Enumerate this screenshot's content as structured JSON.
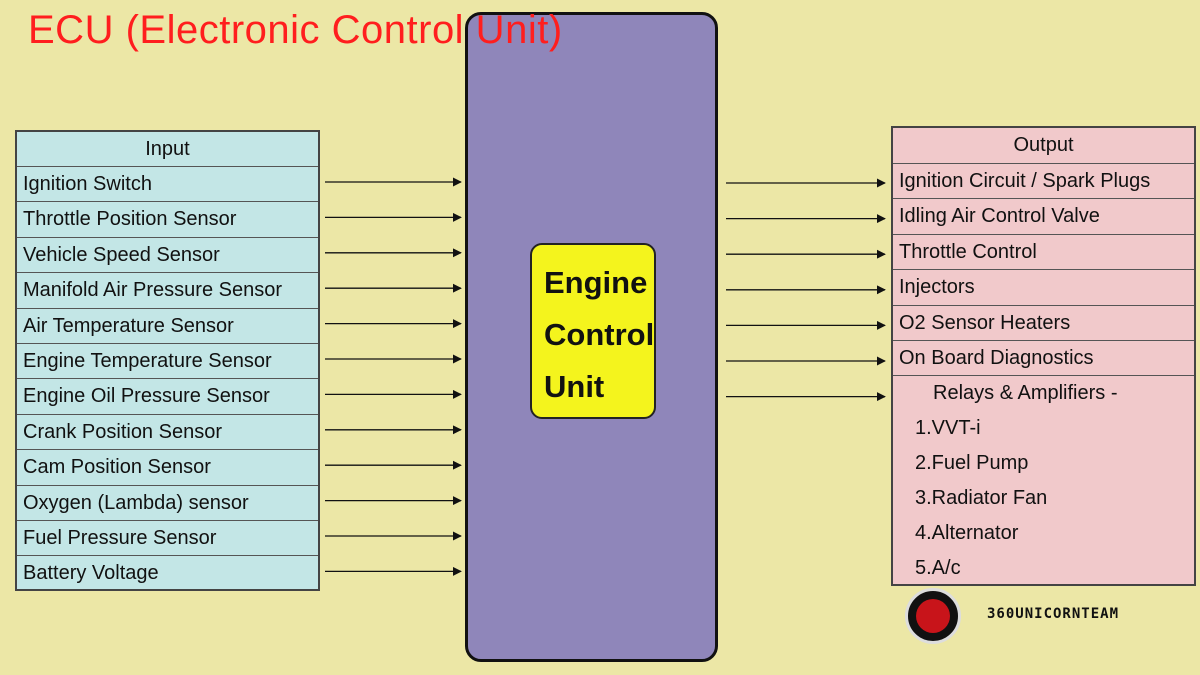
{
  "title": "ECU (Electronic Control Unit)",
  "ecu": {
    "lines": [
      "Engine",
      "Control",
      "Unit"
    ]
  },
  "input": {
    "header": "Input",
    "items": [
      "Ignition Switch",
      "Throttle Position Sensor",
      "Vehicle Speed Sensor",
      "Manifold Air Pressure Sensor",
      "Air Temperature Sensor",
      "Engine Temperature Sensor",
      "Engine Oil Pressure Sensor",
      "Crank Position Sensor",
      "Cam Position Sensor",
      "Oxygen (Lambda) sensor",
      "Fuel Pressure Sensor",
      "Battery Voltage"
    ]
  },
  "output": {
    "header": "Output",
    "items": [
      "Ignition Circuit / Spark Plugs",
      "Idling Air Control Valve",
      "Throttle Control",
      "Injectors",
      "O2 Sensor Heaters",
      "On Board Diagnostics"
    ],
    "relays": {
      "header": "Relays & Amplifiers -",
      "items": [
        "1.VVT-i",
        "2.Fuel Pump",
        "3.Radiator Fan",
        "4.Alternator",
        "5.A/c"
      ]
    }
  },
  "brand": {
    "name": "360UNICORNTEAM"
  },
  "colors": {
    "background": "#ece7a6",
    "title": "#ff1e1e",
    "ecu_box": "#8f86ba",
    "ecu_label": "#f4f41d",
    "input_panel": "#c3e6e6",
    "output_panel": "#f1c9cb"
  }
}
